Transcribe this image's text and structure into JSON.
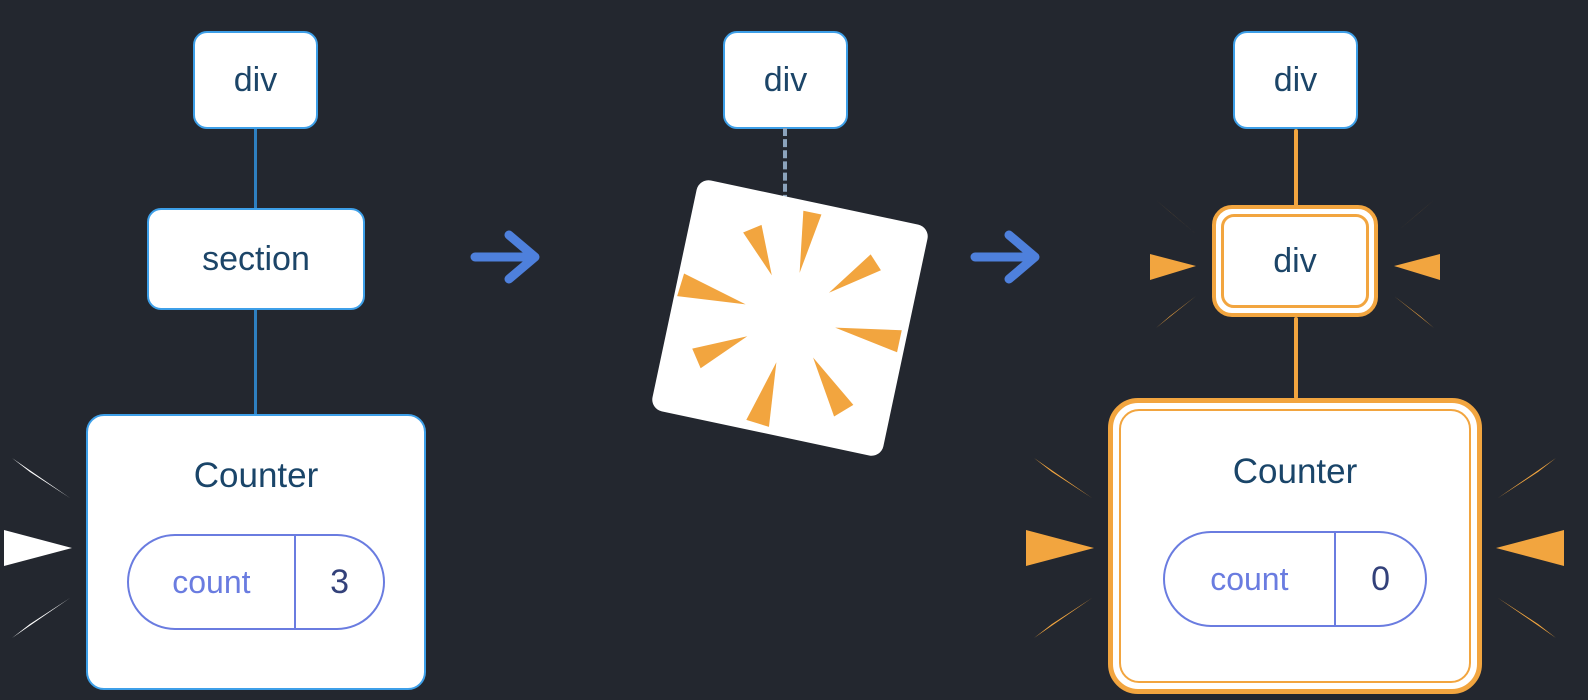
{
  "left": {
    "root_label": "div",
    "child_label": "section",
    "counter_title": "Counter",
    "state_key": "count",
    "state_value": "3"
  },
  "middle": {
    "root_label": "div"
  },
  "right": {
    "root_label": "div",
    "child_label": "div",
    "counter_title": "Counter",
    "state_key": "count",
    "state_value": "0"
  },
  "icons": {
    "arrow_right": "→",
    "poof_burst": "radial orange wedges",
    "poof_marks_white": "white wedge dashes",
    "poof_marks_orange": "orange wedge dashes"
  },
  "colors": {
    "background": "#23272f",
    "node_border": "#3D9FE8",
    "node_text": "#1C4568",
    "edge_blue": "#2E7FC0",
    "edge_dashed": "#8BA3BC",
    "state_purple": "#6A7CE0",
    "state_value_text": "#33417A",
    "highlight_orange": "#F2A53F",
    "arrow_blue": "#4E80DC",
    "white": "#FFFFFF"
  }
}
